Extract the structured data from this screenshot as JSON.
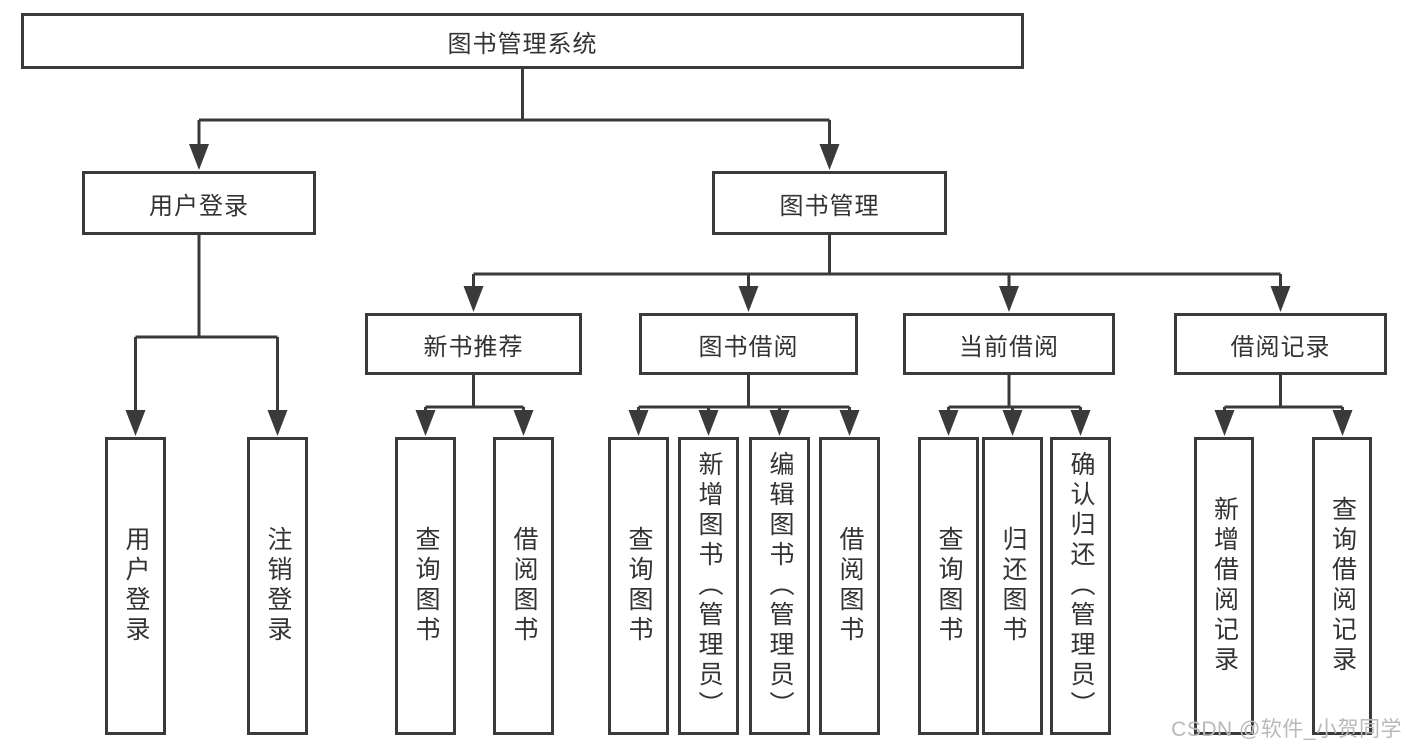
{
  "diagram": {
    "title": "图书管理系统",
    "type": "function-structure-tree",
    "hierarchy": {
      "图书管理系统": {
        "用户登录": [
          "用户登录",
          "注销登录"
        ],
        "图书管理": {
          "新书推荐": [
            "查询图书",
            "借阅图书"
          ],
          "图书借阅": [
            "查询图书",
            "新增图书（管理员）",
            "编辑图书（管理员）",
            "借阅图书"
          ],
          "当前借阅": [
            "查询图书",
            "归还图书",
            "确认归还（管理员）"
          ],
          "借阅记录": [
            "新增借阅记录",
            "查询借阅记录"
          ]
        }
      }
    }
  },
  "nodes": {
    "root": {
      "label": "图书管理系统"
    },
    "user_login": {
      "label": "用户登录"
    },
    "book_mgmt": {
      "label": "图书管理"
    },
    "new_book_rec": {
      "label": "新书推荐"
    },
    "book_borrow": {
      "label": "图书借阅"
    },
    "current_borrow": {
      "label": "当前借阅"
    },
    "borrow_record": {
      "label": "借阅记录"
    },
    "login_leaf": {
      "label": "用户登录"
    },
    "logout_leaf": {
      "label": "注销登录"
    },
    "rec_query_book": {
      "label": "查询图书"
    },
    "rec_borrow_book": {
      "label": "借阅图书"
    },
    "bb_query_book": {
      "label": "查询图书"
    },
    "bb_add_book": {
      "label": "新增图书（管理员）"
    },
    "bb_edit_book": {
      "label": "编辑图书（管理员）"
    },
    "bb_borrow_book": {
      "label": "借阅图书"
    },
    "cb_query_book": {
      "label": "查询图书"
    },
    "cb_return_book": {
      "label": "归还图书"
    },
    "cb_confirm_return": {
      "label": "确认归还（管理员）"
    },
    "br_add_record": {
      "label": "新增借阅记录"
    },
    "br_query_record": {
      "label": "查询借阅记录"
    }
  },
  "watermark": {
    "text": "CSDN @软件_小贺同学"
  },
  "colors": {
    "line": "#3a3a3a",
    "text": "#333333",
    "box_background": "#ffffff",
    "watermark": "#b9b9b9"
  }
}
